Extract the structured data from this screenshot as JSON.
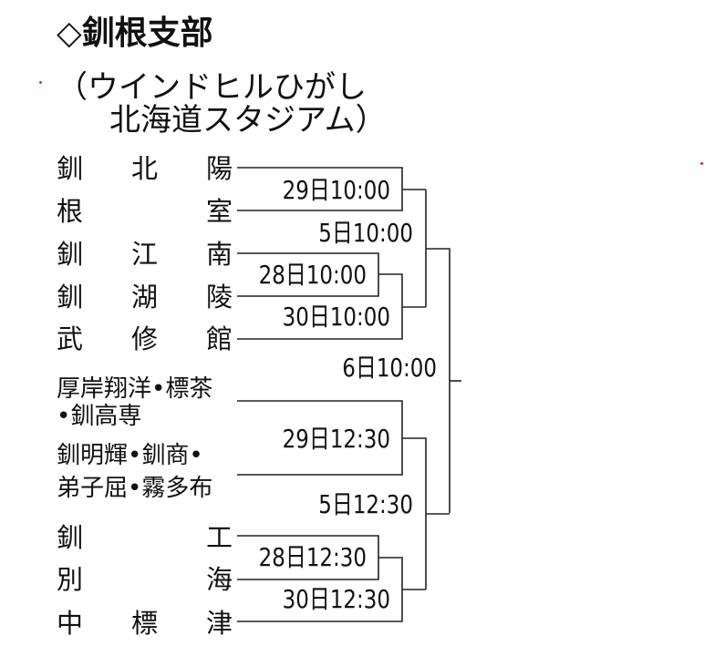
{
  "header": {
    "title": "◇釧根支部",
    "venue_line1": "（ウインドヒルひがし",
    "venue_line2": "北海道スタジアム）"
  },
  "teams": [
    {
      "name": "釧北陽"
    },
    {
      "name": "根室"
    },
    {
      "name": "釧江南"
    },
    {
      "name": "釧湖陵"
    },
    {
      "name": "武修館"
    },
    {
      "name_line1": "厚岸翔洋•標茶",
      "name_line2": "•釧高専"
    },
    {
      "name_line1": "釧明輝•釧商•",
      "name_line2": "弟子屈•霧多布"
    },
    {
      "name": "釧工"
    },
    {
      "name": "別海"
    },
    {
      "name": "中標津"
    }
  ],
  "matches": {
    "top_r1_a": "29日10:00",
    "top_r1_b": "28日10:00",
    "top_r2_b": "30日10:00",
    "top_semi": "5日10:00",
    "final": "6日10:00",
    "bot_r1_a": "29日12:30",
    "bot_r1_b": "28日12:30",
    "bot_r2_b": "30日12:30",
    "bot_semi": "5日12:30"
  },
  "colors": {
    "line": "#222222",
    "marker": "#d0304a"
  }
}
